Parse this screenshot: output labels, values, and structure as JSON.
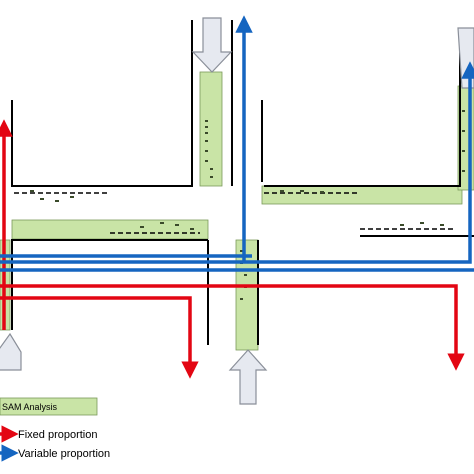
{
  "legend": {
    "sam_label": "SAM Analysis",
    "fixed_label": "Fixed proportion",
    "variable_label": "Variable proportion"
  },
  "colors": {
    "fixed": "#e30613",
    "variable": "#1565c0",
    "sam_fill": "#c9e4a6",
    "sam_stroke": "#7a9a5a",
    "input_arrow_fill": "#e6e9f0",
    "input_arrow_stroke": "#8a8f99",
    "road": "#000000"
  },
  "arrows": [
    {
      "id": "fixed-vertical-left-up",
      "kind": "fixed",
      "direction": "up"
    },
    {
      "id": "fixed-horizontal-right",
      "kind": "fixed",
      "direction": "right"
    },
    {
      "id": "fixed-horizontal-left-down",
      "kind": "fixed",
      "direction": "down"
    },
    {
      "id": "variable-vertical-center-up",
      "kind": "variable",
      "direction": "up"
    },
    {
      "id": "variable-horizontal-left-down",
      "kind": "variable",
      "direction": "down"
    },
    {
      "id": "variable-horizontal-right-up",
      "kind": "variable",
      "direction": "up"
    }
  ]
}
